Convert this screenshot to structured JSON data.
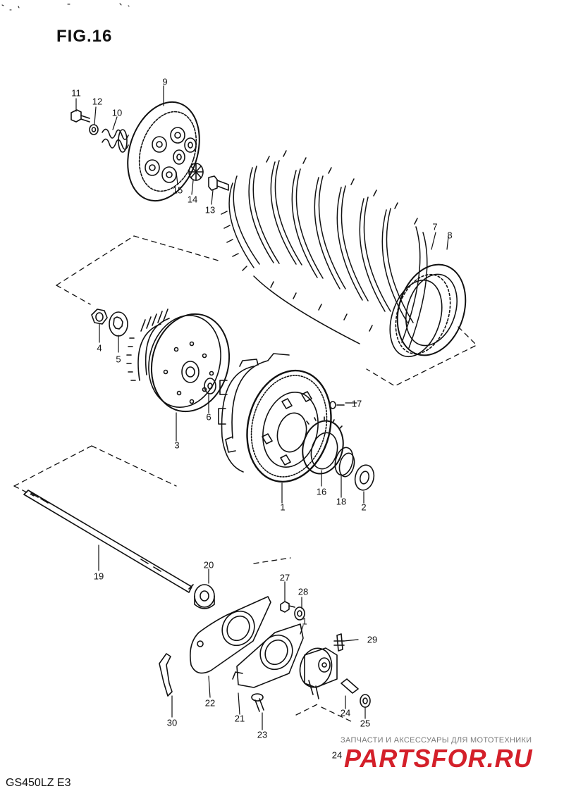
{
  "figure_title": "FIG.16",
  "model_code": "GS450LZ  E3",
  "callouts": {
    "c1": "1",
    "c1b": "1",
    "c2": "2",
    "c3": "3",
    "c4": "4",
    "c5": "5",
    "c6": "6",
    "c7": "7",
    "c8": "8",
    "c9": "9",
    "c10": "10",
    "c11": "11",
    "c12": "12",
    "c13": "13",
    "c14": "14",
    "c15": "15",
    "c16": "16",
    "c17": "17",
    "c18": "18",
    "c19": "19",
    "c20": "20",
    "c21": "21",
    "c22": "22",
    "c23": "23",
    "c24": "24",
    "c24b": "24",
    "c25": "25",
    "c27": "27",
    "c28": "28",
    "c29": "29",
    "c30": "30"
  },
  "watermark": {
    "text": "ЗАПЧАСТИ И АКСЕССУАРЫ ДЛЯ МОТОТЕХНИКИ",
    "logo": "PARTSFOR.RU",
    "color": "#d4202a"
  }
}
